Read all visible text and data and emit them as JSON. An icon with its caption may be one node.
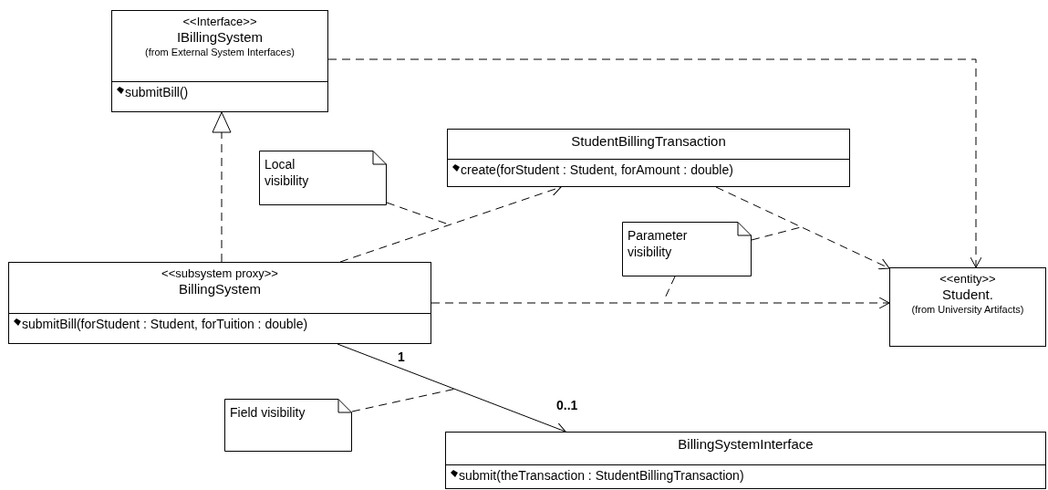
{
  "diagram": {
    "nodes": [
      {
        "text": [
          "<<Interface>>",
          "IBillingSystem",
          "(from External System Interfaces)",
          "submitBill()"
        ]
      },
      {
        "text": [
          "StudentBillingTransaction",
          "create(forStudent : Student, forAmount : double)"
        ]
      },
      {
        "text": [
          "Local visibility"
        ]
      },
      {
        "text": [
          "Parameter visibility"
        ]
      },
      {
        "text": [
          "<<subsystem proxy>>",
          "BillingSystem",
          "submitBill(forStudent : Student, forTuition : double)"
        ]
      },
      {
        "text": [
          "<<entity>>",
          "Student.",
          "(from University Artifacts)"
        ]
      },
      {
        "text": [
          "Field visibility"
        ]
      },
      {
        "text": [
          "BillingSystemInterface",
          "submit(theTransaction : StudentBillingTransaction)"
        ]
      }
    ],
    "edges": [
      {
        "from": 4,
        "to": 0,
        "arrow": "to",
        "style": "dashed"
      },
      {
        "from": 0,
        "to": 5,
        "arrow": "to",
        "style": "dashed"
      },
      {
        "from": 4,
        "to": 1,
        "arrow": "to",
        "style": "dashed"
      },
      {
        "from": 1,
        "to": 5,
        "arrow": "to",
        "style": "dashed"
      },
      {
        "from": 4,
        "to": 5,
        "arrow": "to",
        "style": "dashed"
      },
      {
        "from": 4,
        "to": 7,
        "arrow": "to"
      },
      {
        "from": 2,
        "to": null,
        "arrow": "none",
        "style": "dashed"
      },
      {
        "from": 3,
        "to": null,
        "arrow": "none",
        "style": "dashed"
      },
      {
        "from": 3,
        "to": null,
        "arrow": "none",
        "style": "dashed"
      },
      {
        "from": 6,
        "to": null,
        "arrow": "none",
        "style": "dashed"
      }
    ],
    "labels": [
      "1",
      "0..1"
    ]
  }
}
